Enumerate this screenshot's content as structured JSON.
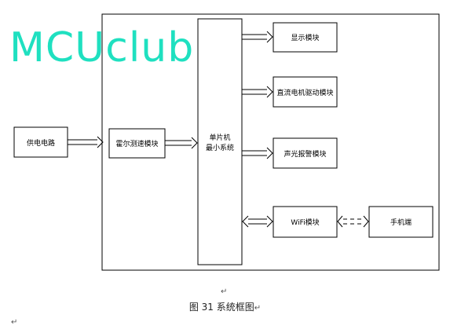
{
  "watermark": "MCUclub",
  "colors": {
    "watermark": "#1fe0c0",
    "stroke": "#000000"
  },
  "blocks": {
    "power": "供电电路",
    "hall": "霍尔测速模块",
    "mcu_line1": "单片机",
    "mcu_line2": "最小系统",
    "display": "显示模块",
    "dc_motor": "直流电机驱动模块",
    "alarm": "声光报警模块",
    "wifi": "WiFi模块",
    "phone": "手机端"
  },
  "caption": "图 31  系统框图",
  "paragraph_marks": {
    "caption_above": "↵",
    "caption_end": "↵",
    "bottom_left": "↵"
  }
}
